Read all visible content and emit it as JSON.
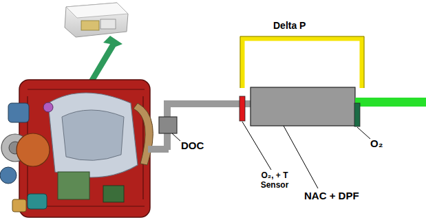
{
  "diagram": {
    "labels": [
      "Delta P",
      "DOC",
      "O₂, + T Sensor",
      "NAC + DPF",
      "O₂"
    ]
  }
}
